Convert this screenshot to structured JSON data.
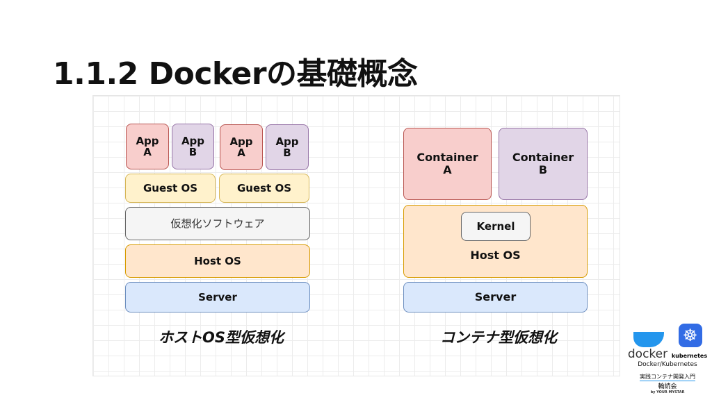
{
  "title": "1.1.2 Dockerの基礎概念",
  "host_os_virt": {
    "apps": [
      "App\nA",
      "App\nB",
      "App\nA",
      "App\nB"
    ],
    "guest_os": [
      "Guest OS",
      "Guest OS"
    ],
    "virtualization": "仮想化ソフトウェア",
    "host_os": "Host OS",
    "server": "Server",
    "caption": "ホストOS型仮想化"
  },
  "container_virt": {
    "containers": [
      "Container\nA",
      "Container\nB"
    ],
    "kernel": "Kernel",
    "host_os": "Host OS",
    "server": "Server",
    "caption": "コンテナ型仮想化"
  },
  "logo": {
    "docker": "docker",
    "kubernetes": "kubernetes",
    "line1": "Docker/Kubernetes",
    "line2": "実践コンテナ開発入門",
    "line3": "輪読会",
    "by": "by YOUR MYSTAR"
  }
}
